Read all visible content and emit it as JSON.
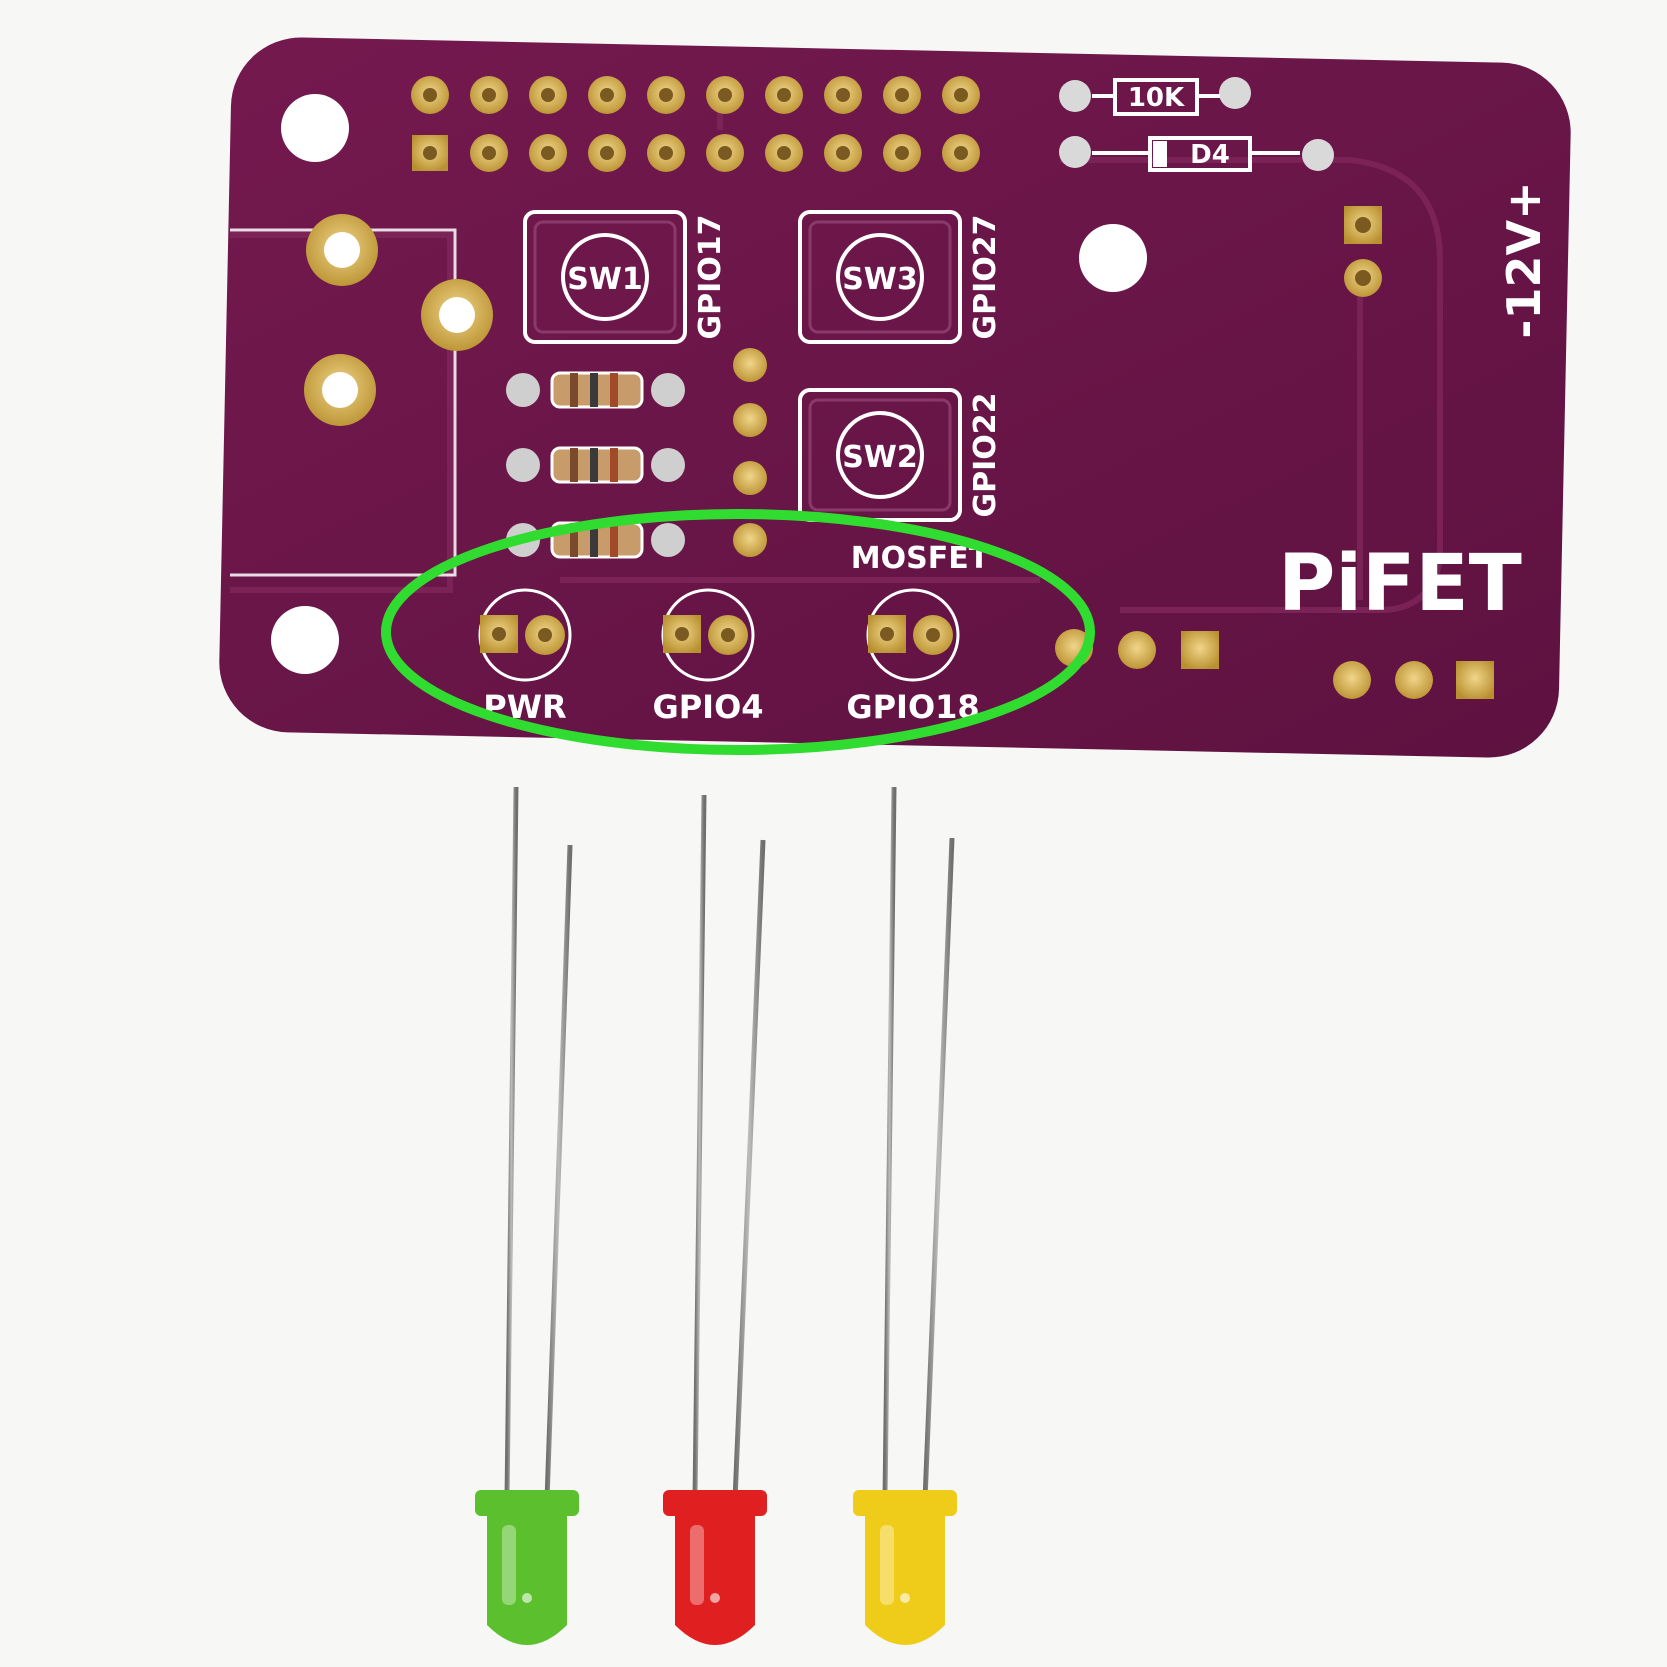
{
  "colors": {
    "pcb": "#6a1747",
    "pcb_edge": "#5a1039",
    "silkscreen": "#ffffff",
    "gold": "#c9a24a",
    "highlight": "#2fdc2f",
    "led_green": "#5cc02e",
    "led_red": "#e02020",
    "led_yellow": "#f0cc1a",
    "lead": "#8a8a8a"
  },
  "board": {
    "brand": "PiFET",
    "power_label": "-12V+",
    "resistor_label": "10K",
    "diode_label": "D4",
    "mosfet_label": "MOSFET",
    "switches": [
      {
        "label": "SW1",
        "gpio": "GPIO17"
      },
      {
        "label": "SW3",
        "gpio": "GPIO27"
      },
      {
        "label": "SW2",
        "gpio": "GPIO22"
      }
    ],
    "led_positions": [
      {
        "label": "PWR"
      },
      {
        "label": "GPIO4"
      },
      {
        "label": "GPIO18"
      }
    ]
  },
  "leds": [
    {
      "color_name": "green"
    },
    {
      "color_name": "red"
    },
    {
      "color_name": "yellow"
    }
  ]
}
